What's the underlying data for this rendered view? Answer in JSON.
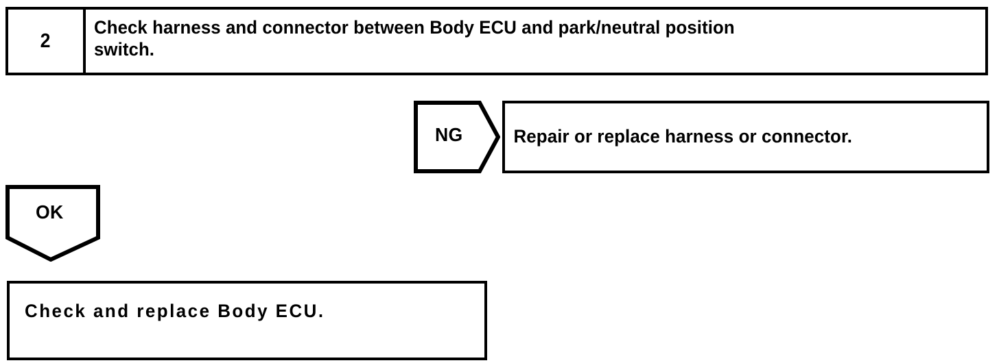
{
  "page": {
    "title": "Body ECU diagnostic flowchart",
    "background_color": "#ffffff",
    "line_color": "#000000"
  },
  "step": {
    "number": "2",
    "instruction": "Check harness and connector between Body ECU and park/neutral position\nswitch."
  },
  "branches": {
    "ng": {
      "label": "NG",
      "shape": "right-pointing-pentagon",
      "result_text": "Repair or replace harness or connector."
    },
    "ok": {
      "label": "OK",
      "shape": "down-pointing-pentagon",
      "result_text": "Check and replace Body ECU."
    }
  }
}
